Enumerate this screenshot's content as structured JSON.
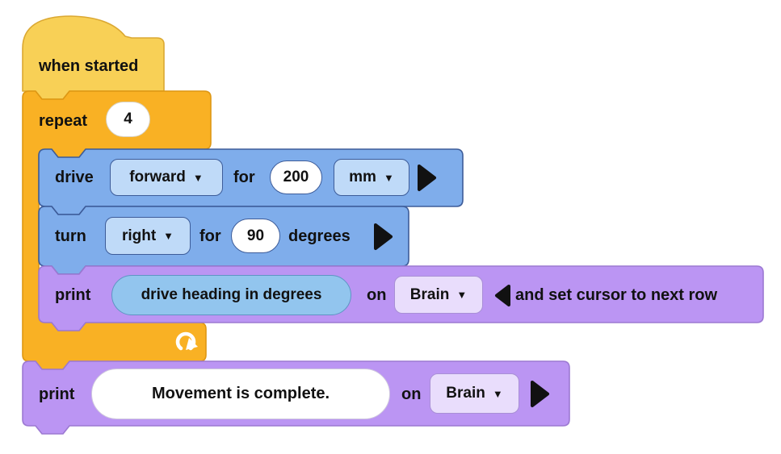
{
  "colors": {
    "canvas": "#FFFFFF",
    "hat-fill": "#F8D056",
    "hat-stroke": "#DBA832",
    "control-fill": "#F9B124",
    "control-stroke": "#DE9713",
    "drive-fill": "#7FADEB",
    "drive-stroke": "#3D5C99",
    "drive-input-fill": "#BFDAF8",
    "looks-fill": "#BB95F3",
    "looks-stroke": "#9C79D2",
    "looks-input-fill": "#E9DDFC",
    "looks-input-stroke": "#A98FD6",
    "reporter-fill": "#92C5EE",
    "reporter-stroke": "#5E95C4",
    "text": "#111111",
    "white": "#FFFFFF"
  },
  "blocks": {
    "when_started": {
      "label": "when started"
    },
    "repeat": {
      "label": "repeat",
      "count": "4"
    },
    "drive": {
      "verb": "drive",
      "direction": "forward",
      "preposition": "for",
      "distance": "200",
      "unit": "mm"
    },
    "turn": {
      "verb": "turn",
      "direction": "right",
      "preposition": "for",
      "angle": "90",
      "unit_label": "degrees"
    },
    "print_heading": {
      "verb": "print",
      "value": "drive heading in degrees",
      "preposition": "on",
      "device": "Brain",
      "option_suffix": "and set cursor to next row"
    },
    "print_done": {
      "verb": "print",
      "message": "Movement is complete.",
      "preposition": "on",
      "device": "Brain"
    }
  },
  "icons": {
    "dropdown_caret": "▼"
  }
}
